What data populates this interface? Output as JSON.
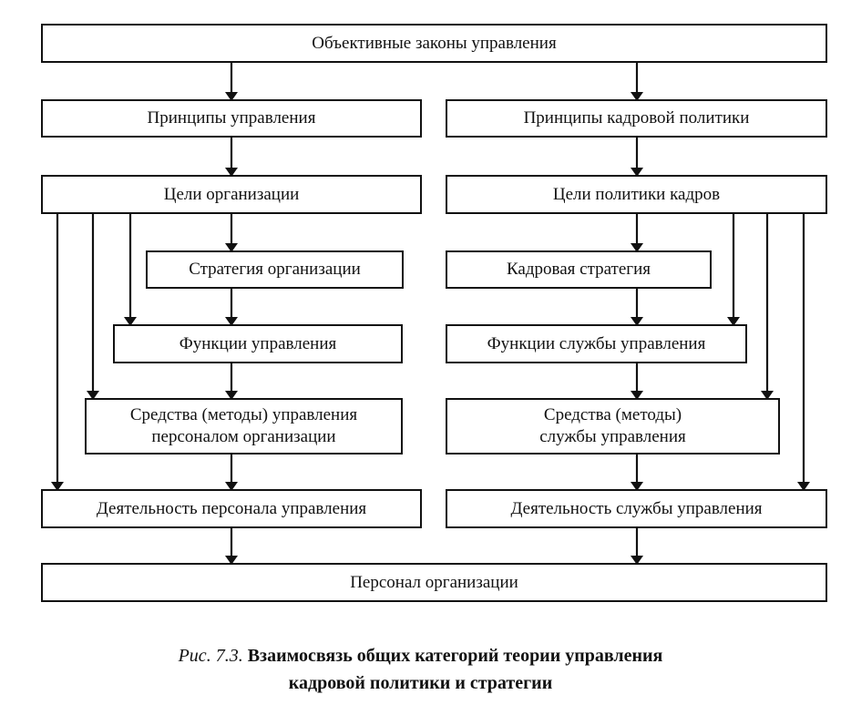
{
  "nodes": {
    "top": "Объективные законы управления",
    "left": [
      "Принципы управления",
      "Цели организации",
      "Стратегия организации",
      "Функции управления",
      [
        "Средства (методы) управления",
        "персоналом организации"
      ],
      "Деятельность персонала управления"
    ],
    "right": [
      "Принципы кадровой политики",
      "Цели политики кадров",
      "Кадровая стратегия",
      "Функции службы управления",
      [
        "Средства (методы)",
        "службы управления"
      ],
      "Деятельность службы управления"
    ],
    "bottom": "Персонал организации"
  },
  "caption": {
    "figure": "Рис. 7.3.",
    "title_line1": "Взаимосвязь общих категорий теории управления",
    "title_line2": "кадровой политики и стратегии"
  }
}
